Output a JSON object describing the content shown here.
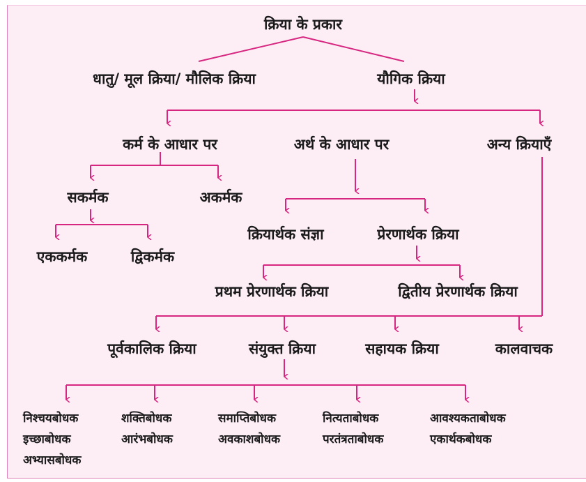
{
  "colors": {
    "line": "#d6267f",
    "background": "#fdeef6",
    "text": "#1a1a1a"
  },
  "root": "क्रिया के प्रकार",
  "level1": [
    "धातु/ मूल क्रिया/ मौलिक क्रिया",
    "यौगिक क्रिया"
  ],
  "yaugik": [
    "कर्म के आधार पर",
    "अर्थ के आधार पर",
    "अन्य क्रियाएँ"
  ],
  "karm": [
    "सकर्मक",
    "अकर्मक"
  ],
  "sakarmak": [
    "एककर्मक",
    "द्विकर्मक"
  ],
  "arth": [
    "क्रियार्थक संज्ञा",
    "प्रेरणार्थक क्रिया"
  ],
  "prerna": [
    "प्रथम प्रेरणार्थक क्रिया",
    "द्वितीय प्रेरणार्थक क्रिया"
  ],
  "anya": [
    "पूर्वकालिक क्रिया",
    "संयुक्त क्रिया",
    "सहायक क्रिया",
    "कालवाचक"
  ],
  "sanyukt": [
    [
      "निश्चयबोधक",
      "इच्छाबोधक",
      "अभ्यासबोधक"
    ],
    [
      "शक्तिबोधक",
      "आरंभबोधक"
    ],
    [
      "समाप्तिबोधक",
      "अवकाशबोधक"
    ],
    [
      "नित्यताबोधक",
      "परतंत्रताबोधक"
    ],
    [
      "आवश्यकताबोधक",
      "एकार्थकबोधक"
    ]
  ]
}
